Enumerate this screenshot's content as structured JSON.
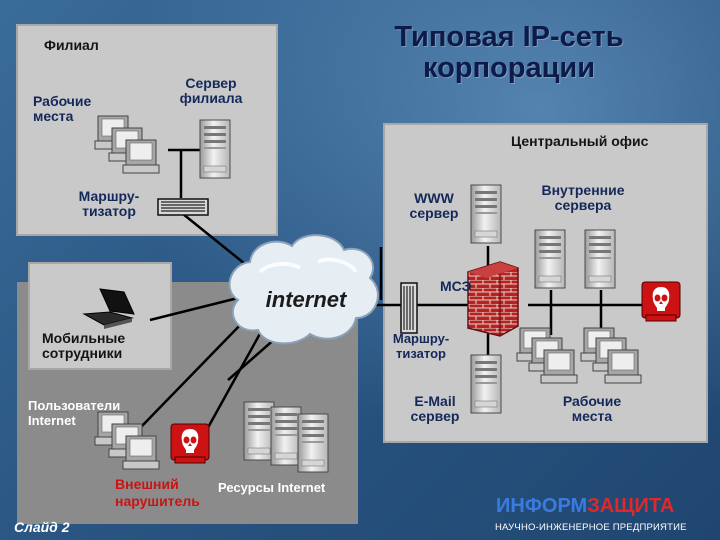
{
  "slide": {
    "title_line1": "Типовая IP-сеть",
    "title_line2": "корпорации",
    "slide_number": "Слайд 2"
  },
  "branch": {
    "title": "Филиал",
    "workstations_line1": "Рабочие",
    "workstations_line2": "места",
    "server_line1": "Сервер",
    "server_line2": "филиала",
    "router_line1": "Маршру-",
    "router_line2": "тизатор"
  },
  "central": {
    "title": "Центральный офис",
    "www_line1": "WWW",
    "www_line2": "сервер",
    "internal_line1": "Внутренние",
    "internal_line2": "сервера",
    "firewall": "МСЭ",
    "router_line1": "Маршру-",
    "router_line2": "тизатор",
    "email_line1": "E-Mail",
    "email_line2": "сервер",
    "workstations_line1": "Рабочие",
    "workstations_line2": "места"
  },
  "mobile": {
    "line1": "Мобильные",
    "line2": "сотрудники"
  },
  "internet": {
    "cloud_label": "internet",
    "users_line1": "Пользователи",
    "users_line2": "Internet",
    "attacker_line1": "Внешний",
    "attacker_line2": "нарушитель",
    "resources": "Ресурсы Internet"
  },
  "brand": {
    "part1": "ИНФОРМ",
    "part2": "ЗАЩИТА",
    "subtitle": "НАУЧНО-ИНЖЕНЕРНОЕ ПРЕДПРИЯТИЕ"
  },
  "colors": {
    "background": "#2f5f8c",
    "panel_light": "#c9c9c9",
    "panel_dark": "#8b8b8b",
    "label_navy": "#15285a",
    "attacker_red": "#c81414",
    "firewall_brick": "#b52222",
    "brand_blue": "#3a7be0",
    "brand_red": "#e0282a"
  },
  "icons": [
    "workstation-icon",
    "server-icon",
    "router-icon",
    "cloud-icon",
    "laptop-icon",
    "firewall-icon",
    "hacker-icon"
  ]
}
